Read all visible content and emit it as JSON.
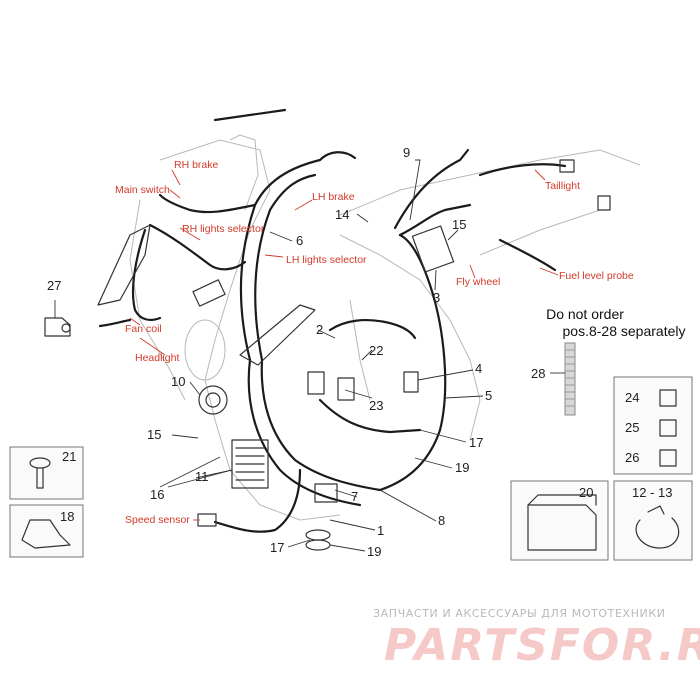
{
  "callouts": {
    "n1": "1",
    "n2": "2",
    "n3": "3",
    "n4": "4",
    "n5": "5",
    "n6": "6",
    "n7": "7",
    "n8": "8",
    "n9": "9",
    "n10": "10",
    "n11": "11",
    "n14": "14",
    "n15a": "15",
    "n15b": "15",
    "n16": "16",
    "n17a": "17",
    "n17b": "17",
    "n19a": "19",
    "n19b": "19",
    "n21": "21",
    "n18": "18",
    "n20": "20",
    "n22": "22",
    "n23": "23",
    "n24": "24",
    "n25": "25",
    "n26": "26",
    "n27": "27",
    "n28": "28",
    "n12_13": "12 - 13"
  },
  "labels": {
    "rh_brake": "RH brake",
    "main_switch": "Main switch",
    "rh_lights_selector": "RH lights selector",
    "lh_brake": "LH brake",
    "lh_lights_selector": "LH lights selector",
    "fan_coil": "Fan coil",
    "headlight": "Headlight",
    "taillight": "Taillight",
    "fly_wheel": "Fly wheel",
    "fuel_level_probe": "Fuel level probe",
    "speed_sensor": "Speed sensor"
  },
  "note": {
    "line1": "Do not order",
    "line2": "pos.8-28 separately"
  },
  "watermark": {
    "tagline": "ЗАПЧАСТИ И АКСЕССУАРЫ ДЛЯ МОТОТЕХНИКИ",
    "brand": "PARTSFOR.RU"
  },
  "colors": {
    "label_red": "#d23a2a",
    "line_dark": "#1b1b1b",
    "watermark_pink": "#f6c9c9"
  }
}
